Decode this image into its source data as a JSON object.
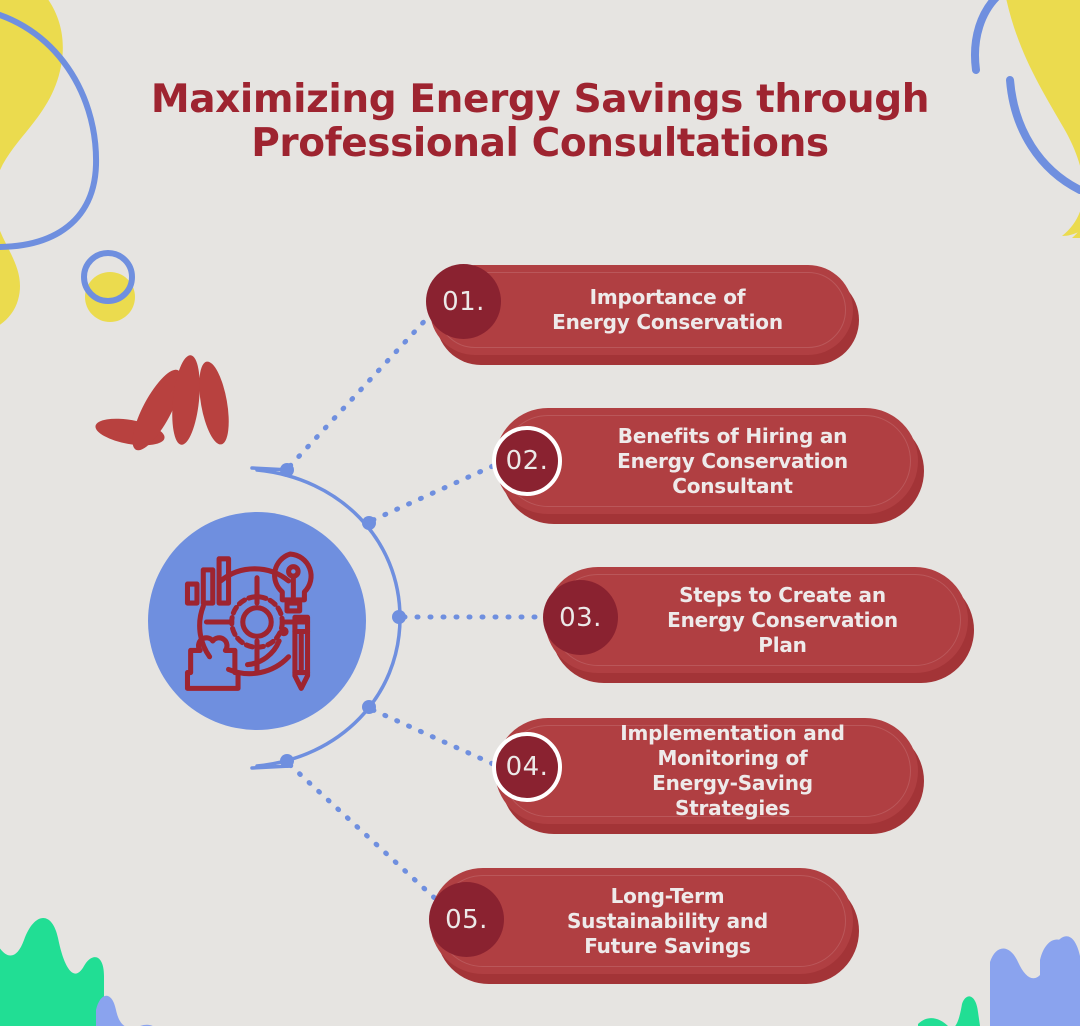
{
  "title": {
    "line1": "Maximizing Energy Savings through",
    "line2": "Professional Consultations",
    "color": "#9e2430"
  },
  "theme": {
    "background": "#e6e4e1",
    "pill": "#b03f42",
    "pill_shadow": "#a33437",
    "badge": "#8a2230",
    "accent_blue": "#6f8fdf",
    "accent_yellow": "#ebdb4e",
    "accent_green": "#21de94",
    "accent_red": "#b8413f",
    "text_light": "#eeeaea"
  },
  "hub": {
    "icon_name": "project-planning-icon",
    "circle_color": "#6f8fdf",
    "icon_color": "#9e2430"
  },
  "items": [
    {
      "number": "01.",
      "label": "Importance of\nEnergy Conservation",
      "line1": "Importance of",
      "line2": "Energy Conservation",
      "line3": "",
      "line4": "",
      "ringed": false
    },
    {
      "number": "02.",
      "label": "Benefits of Hiring an Energy Conservation Consultant",
      "line1": "Benefits of Hiring an",
      "line2": "Energy Conservation",
      "line3": "Consultant",
      "line4": "",
      "ringed": true
    },
    {
      "number": "03.",
      "label": "Steps to Create an Energy Conservation Plan",
      "line1": "Steps to Create an",
      "line2": "Energy Conservation",
      "line3": "Plan",
      "line4": "",
      "ringed": false
    },
    {
      "number": "04.",
      "label": "Implementation and Monitoring of Energy-Saving Strategies",
      "line1": "Implementation and",
      "line2": "Monitoring of",
      "line3": "Energy-Saving",
      "line4": "Strategies",
      "ringed": true
    },
    {
      "number": "05.",
      "label": "Long-Term Sustainability and Future Savings",
      "line1": "Long-Term",
      "line2": "Sustainability and",
      "line3": "Future Savings",
      "line4": "",
      "ringed": false
    }
  ],
  "decorations": [
    {
      "name": "yellow-blob-top-left",
      "color": "#ebdb4e"
    },
    {
      "name": "blue-curve-top-left",
      "color": "#6f8fdf"
    },
    {
      "name": "blue-ring-top-left",
      "color": "#6f8fdf"
    },
    {
      "name": "yellow-dot-top-left",
      "color": "#ebdb4e"
    },
    {
      "name": "red-petal-fan",
      "color": "#b8413f"
    },
    {
      "name": "yellow-blob-top-right",
      "color": "#ebdb4e"
    },
    {
      "name": "blue-curve-top-right",
      "color": "#6f8fdf"
    },
    {
      "name": "green-crown-bottom-left",
      "color": "#21de94"
    },
    {
      "name": "blue-spike-bottom-left",
      "color": "#8aa3ee"
    },
    {
      "name": "blue-crown-bottom-right",
      "color": "#8aa3ee"
    },
    {
      "name": "green-spike-bottom-right",
      "color": "#21de94"
    }
  ]
}
